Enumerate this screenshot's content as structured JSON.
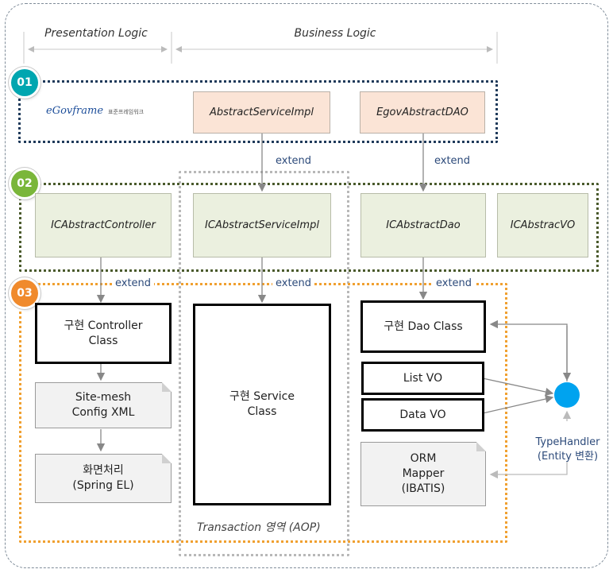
{
  "layers": {
    "presentation": "Presentation Logic",
    "business": "Business Logic"
  },
  "badges": [
    {
      "label": "01",
      "color": "#00a6b0"
    },
    {
      "label": "02",
      "color": "#7ab63a"
    },
    {
      "label": "03",
      "color": "#f08a2c"
    }
  ],
  "framework_logo": {
    "name": "eGovframe",
    "subtitle": "표준프레임워크"
  },
  "boxes": {
    "abstract_service_impl": "AbstractServiceImpl",
    "egov_abstract_dao": "EgovAbstractDAO",
    "ic_abstract_controller": "ICAbstractController",
    "ic_abstract_service_impl": "ICAbstractServiceImpl",
    "ic_abstract_dao": "ICAbstractDao",
    "ic_abstrac_vo": "ICAbstracVO",
    "impl_controller": "구현 Controller\nClass",
    "sitemesh_config": "Site-mesh\nConfig XML",
    "screen_processing": "화면처리\n(Spring EL)",
    "impl_service": "구현 Service\nClass",
    "impl_dao": "구현 Dao Class",
    "list_vo": "List VO",
    "data_vo": "Data VO",
    "orm_mapper": "ORM\nMapper\n(IBATIS)"
  },
  "edge_label": "extend",
  "transaction_label": "Transaction 영역 (AOP)",
  "type_handler": "TypeHandler\n(Entity 변환)",
  "colors": {
    "salmon": "#fbe4d6",
    "green": "#ebf0df",
    "node": "#00a3ef",
    "zone01": "#1f3a5a",
    "zone02": "#4a5a2c",
    "zone03": "#f0a030"
  }
}
